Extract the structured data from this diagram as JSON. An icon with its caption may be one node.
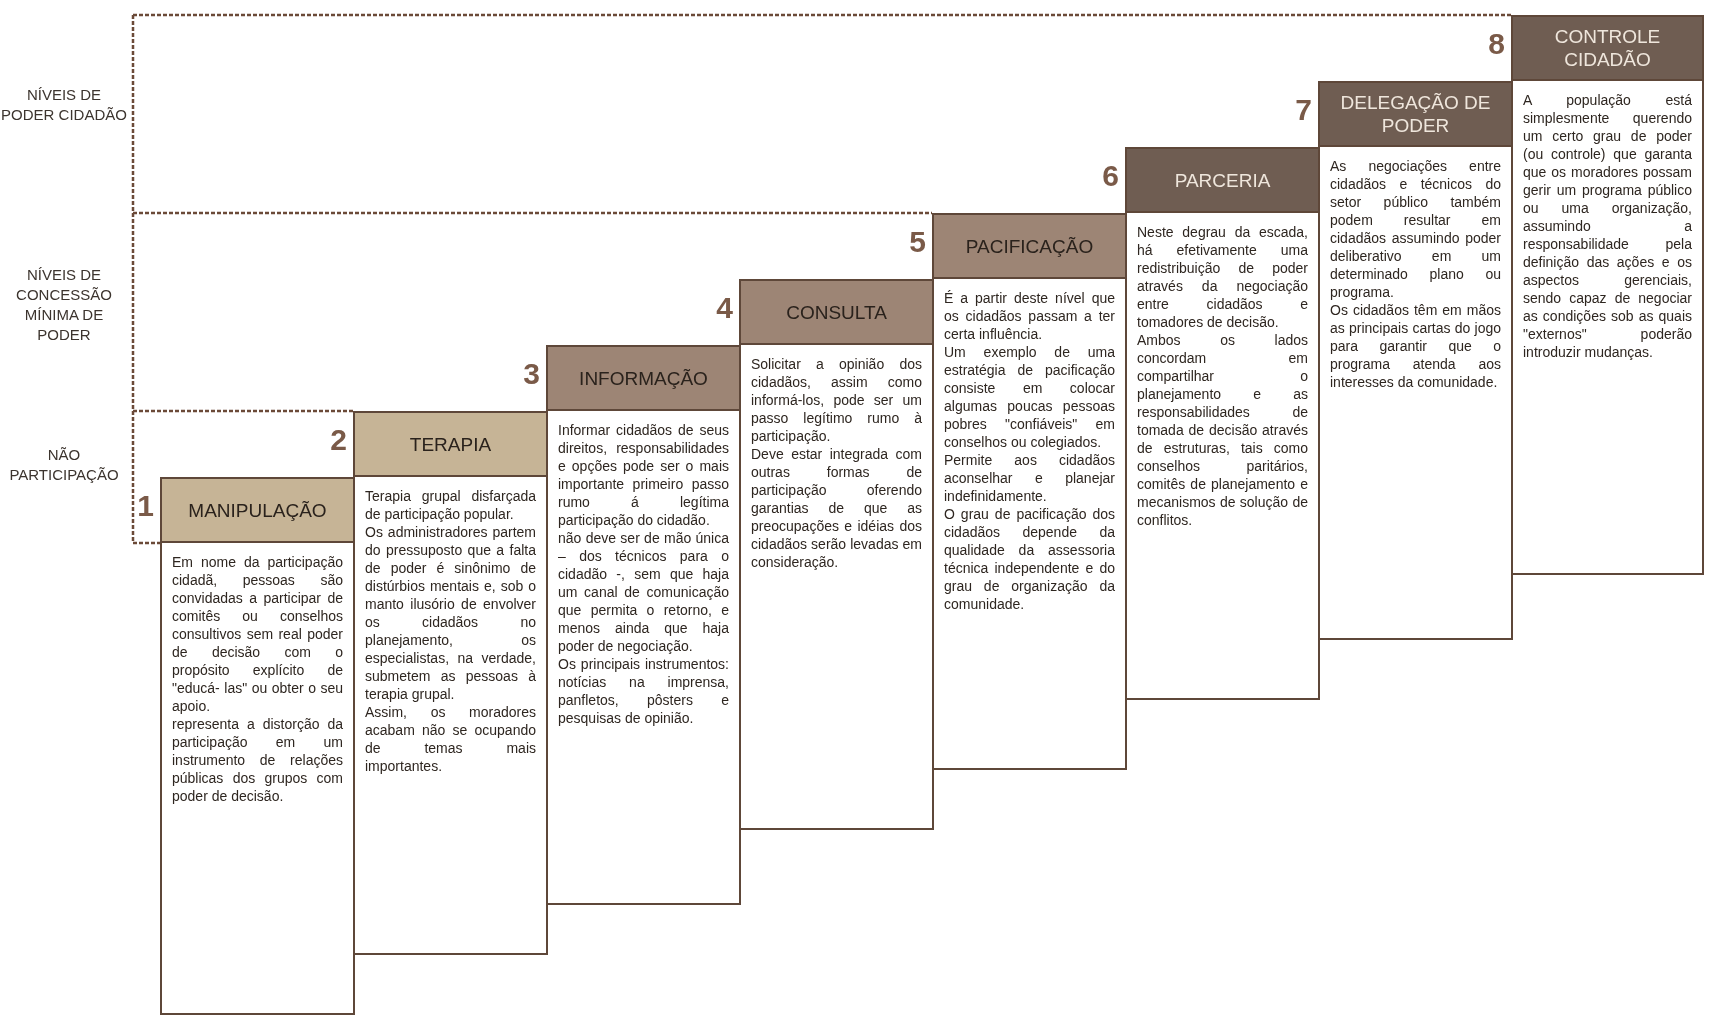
{
  "diagram": {
    "nodes": [
      {
        "text": [
          "MANIPULAÇÃO",
          "Em nome da participação cidadã, pessoas são convidadas a participar de comitês ou conselhos consultivos sem real poder de decisão com o propósito explícito de \"educá- las\" ou obter o seu apoio.",
          "representa a distorção da participação em um instrumento de relações públicas dos grupos com poder de decisão."
        ],
        "beside": [
          "1"
        ]
      },
      {
        "text": [
          "TERAPIA",
          "Terapia grupal disfarçada de participação popular.",
          "Os administradores partem do pressuposto que a falta de poder é sinônimo de distúrbios mentais e, sob o manto ilusório de envolver os cidadãos no planejamento, os especialistas, na verdade, submetem as pessoas à terapia grupal.",
          "Assim, os moradores acabam não se ocupando de temas mais importantes."
        ],
        "beside": [
          "2"
        ]
      },
      {
        "text": [
          "INFORMAÇÃO",
          "Informar cidadãos de seus direitos, responsabilidades e opções pode ser o mais importante primeiro passo rumo á legítima participação do cidadão.",
          "não deve ser de mão única – dos técnicos para o cidadão -, sem que haja um canal de comunicação que permita o retorno, e menos ainda que haja poder de negociação.",
          "Os principais instrumentos: notícias na imprensa, panfletos, pôsters e pesquisas de opinião."
        ],
        "beside": [
          "3"
        ]
      },
      {
        "text": [
          "CONSULTA",
          "Solicitar a opinião dos cidadãos, assim como informá-los, pode ser um passo legítimo rumo à participação.",
          "Deve estar integrada com outras formas de participação oferendo garantias de que as preocupações e idéias dos cidadãos serão levadas em consideração."
        ],
        "beside": [
          "4"
        ]
      },
      {
        "text": [
          "PACIFICAÇÃO",
          "É a partir deste nível que os cidadãos passam a ter certa influência.",
          "Um exemplo de uma estratégia de pacificação consiste em colocar algumas poucas pessoas pobres \"confiáveis\" em conselhos ou colegiados.",
          "Permite aos cidadãos aconselhar e planejar indefinidamente.",
          "O grau de pacificação dos cidadãos depende da qualidade da assessoria técnica independente e do grau de organização da comunidade."
        ],
        "beside": [
          "5"
        ]
      },
      {
        "text": [
          "PARCERIA",
          "Neste degrau da escada, há efetivamente uma redistribuição de poder através da negociação entre cidadãos e tomadores de decisão.",
          "Ambos os lados concordam em compartilhar o planejamento e as responsabilidades de tomada de decisão através de estruturas, tais como conselhos paritários, comitês de planejamento e mecanismos de solução de conflitos."
        ],
        "beside": [
          "6"
        ]
      },
      {
        "text": [
          "DELEGAÇÃO DE PODER",
          "As negociações entre cidadãos e técnicos do setor público também podem resultar em cidadãos assumindo poder deliberativo em um determinado plano ou programa.",
          "Os cidadãos têm em mãos as principais cartas do jogo para garantir que o programa atenda aos interesses da comunidade."
        ],
        "beside": [
          "7"
        ]
      },
      {
        "text": [
          "CONTROLE CIDADÃO",
          "A população está simplesmente querendo um certo grau de poder (ou controle) que garanta que os moradores possam gerir um programa público ou uma organização, assumindo a responsabilidade pela definição das ações e os aspectos gerenciais, sendo capaz de negociar as condições sob as quais \"externos\" poderão introduzir mudanças."
        ],
        "beside": [
          "8"
        ]
      }
    ],
    "labels": [
      "NÍVEIS DE PODER CIDADÃO",
      "NÍVEIS DE CONCESSÃO MÍNIMA DE PODER",
      "NÃO PARTICIPAÇÃO"
    ]
  }
}
